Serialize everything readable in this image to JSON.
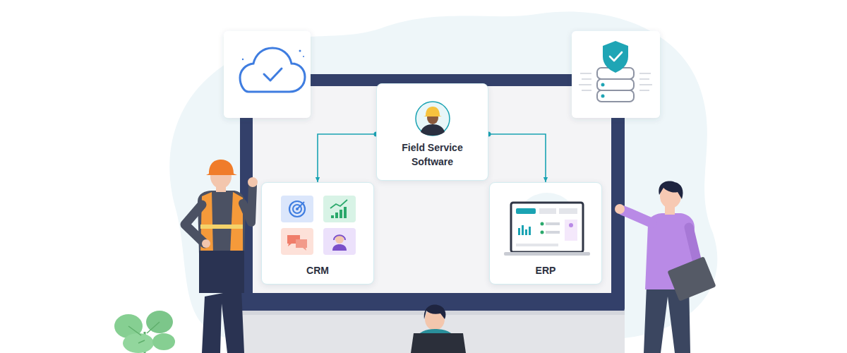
{
  "diagram": {
    "nodes": [
      {
        "text": [
          "Field Service Software"
        ]
      },
      {
        "text": [
          "CRM"
        ]
      },
      {
        "text": [
          "ERP"
        ]
      }
    ],
    "edges": [
      {
        "from": 0,
        "to": 1,
        "arrow": "to"
      },
      {
        "from": 0,
        "to": 2,
        "arrow": "to"
      }
    ]
  }
}
